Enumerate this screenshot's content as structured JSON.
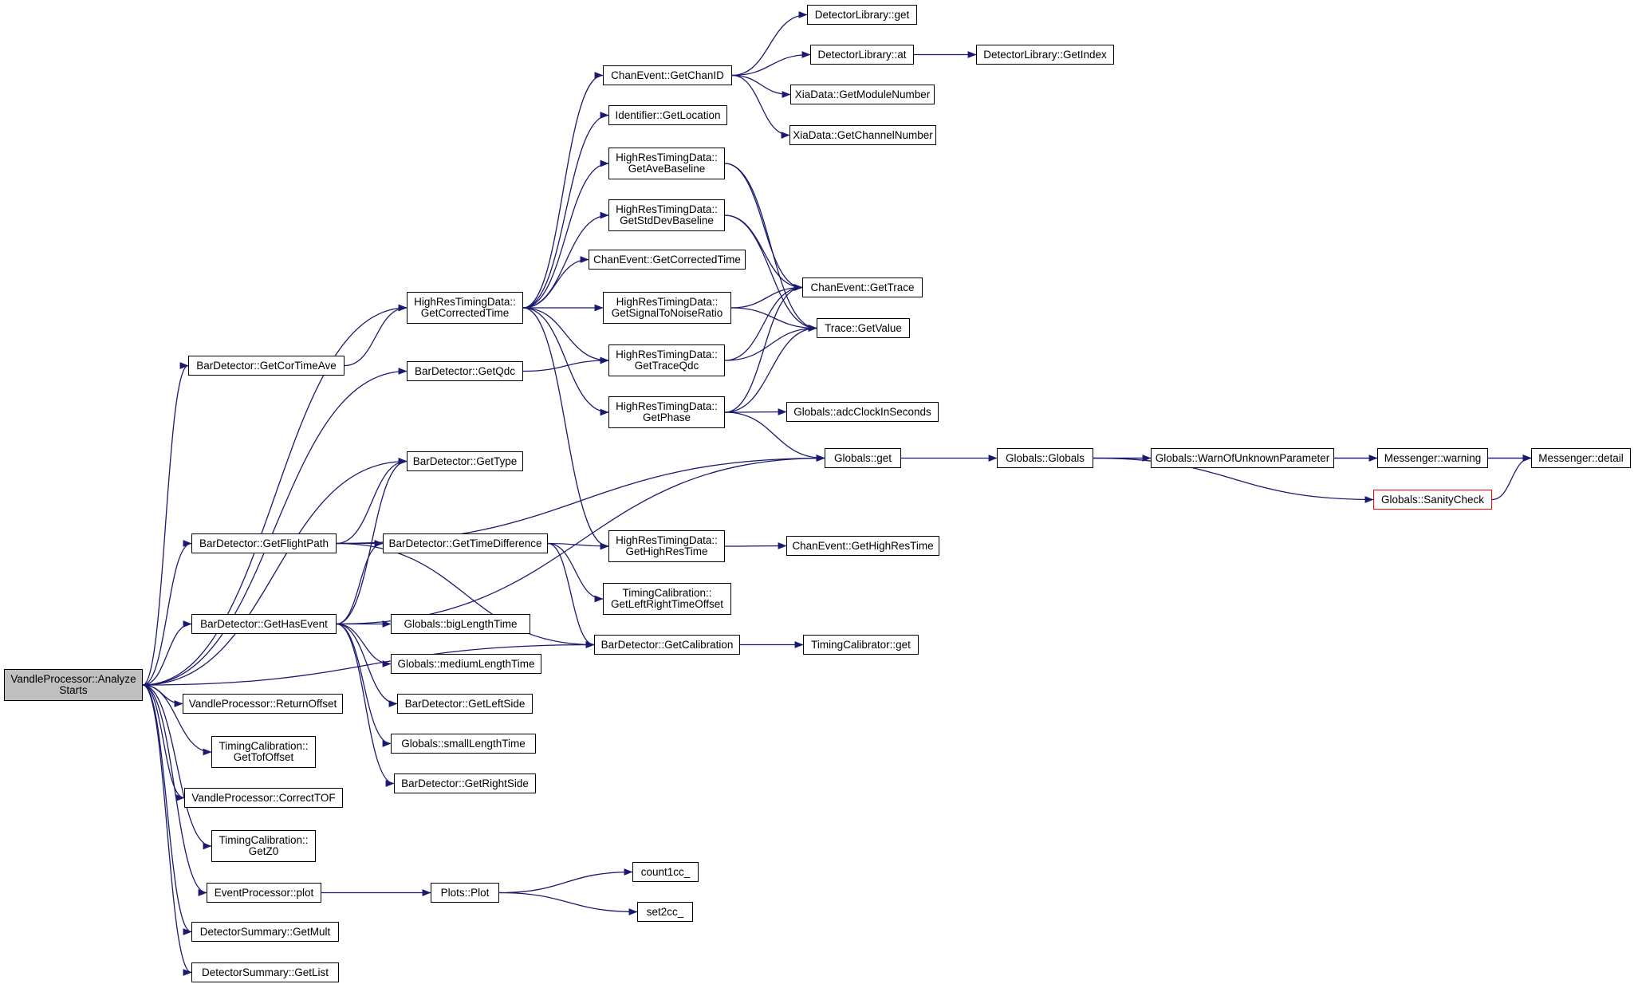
{
  "graph": {
    "edge_color": "#191970",
    "root_fill": "#bfbfbf",
    "node_border": "#000000",
    "truncated_border": "#ff0000",
    "nodes": {
      "root": {
        "lines": [
          "VandleProcessor::Analyze",
          "Starts"
        ]
      },
      "bd_getcortimeave": {
        "lines": [
          "BarDetector::GetCorTimeAve"
        ]
      },
      "hrt_getcorrectedtime": {
        "lines": [
          "HighResTimingData::",
          "GetCorrectedTime"
        ]
      },
      "bd_getqdc": {
        "lines": [
          "BarDetector::GetQdc"
        ]
      },
      "bd_gettype": {
        "lines": [
          "BarDetector::GetType"
        ]
      },
      "bd_getflightpath": {
        "lines": [
          "BarDetector::GetFlightPath"
        ]
      },
      "bd_gettimedifference": {
        "lines": [
          "BarDetector::GetTimeDifference"
        ]
      },
      "bd_gethasevent": {
        "lines": [
          "BarDetector::GetHasEvent"
        ]
      },
      "vp_returnoffset": {
        "lines": [
          "VandleProcessor::ReturnOffset"
        ]
      },
      "tc_gettofoffset": {
        "lines": [
          "TimingCalibration::",
          "GetTofOffset"
        ]
      },
      "vp_correcttof": {
        "lines": [
          "VandleProcessor::CorrectTOF"
        ]
      },
      "tc_getz0": {
        "lines": [
          "TimingCalibration::",
          "GetZ0"
        ]
      },
      "ep_plot": {
        "lines": [
          "EventProcessor::plot"
        ]
      },
      "ds_getmult": {
        "lines": [
          "DetectorSummary::GetMult"
        ]
      },
      "ds_getlist": {
        "lines": [
          "DetectorSummary::GetList"
        ]
      },
      "ce_getchanid": {
        "lines": [
          "ChanEvent::GetChanID"
        ]
      },
      "id_getlocation": {
        "lines": [
          "Identifier::GetLocation"
        ]
      },
      "hrt_getavebaseline": {
        "lines": [
          "HighResTimingData::",
          "GetAveBaseline"
        ]
      },
      "hrt_getstddevbaseline": {
        "lines": [
          "HighResTimingData::",
          "GetStdDevBaseline"
        ]
      },
      "ce_getcorrectedtime": {
        "lines": [
          "ChanEvent::GetCorrectedTime"
        ]
      },
      "hrt_getsignaltonoiseratio": {
        "lines": [
          "HighResTimingData::",
          "GetSignalToNoiseRatio"
        ]
      },
      "hrt_gettraceqdc": {
        "lines": [
          "HighResTimingData::",
          "GetTraceQdc"
        ]
      },
      "hrt_getphase": {
        "lines": [
          "HighResTimingData::",
          "GetPhase"
        ]
      },
      "hrt_gethighrestime": {
        "lines": [
          "HighResTimingData::",
          "GetHighResTime"
        ]
      },
      "tc_getleftrighttimeoffset": {
        "lines": [
          "TimingCalibration::",
          "GetLeftRightTimeOffset"
        ]
      },
      "bd_getcalibration": {
        "lines": [
          "BarDetector::GetCalibration"
        ]
      },
      "g_biglengthtime": {
        "lines": [
          "Globals::bigLengthTime"
        ]
      },
      "g_mediumlengthtime": {
        "lines": [
          "Globals::mediumLengthTime"
        ]
      },
      "bd_getleftside": {
        "lines": [
          "BarDetector::GetLeftSide"
        ]
      },
      "g_smalllengthtime": {
        "lines": [
          "Globals::smallLengthTime"
        ]
      },
      "bd_getrightside": {
        "lines": [
          "BarDetector::GetRightSide"
        ]
      },
      "plots_plot": {
        "lines": [
          "Plots::Plot"
        ]
      },
      "count1cc": {
        "lines": [
          "count1cc_"
        ]
      },
      "set2cc": {
        "lines": [
          "set2cc_"
        ]
      },
      "dl_get": {
        "lines": [
          "DetectorLibrary::get"
        ]
      },
      "dl_at": {
        "lines": [
          "DetectorLibrary::at"
        ]
      },
      "dl_getindex": {
        "lines": [
          "DetectorLibrary::GetIndex"
        ]
      },
      "xd_getmodulenumber": {
        "lines": [
          "XiaData::GetModuleNumber"
        ]
      },
      "xd_getchannelnumber": {
        "lines": [
          "XiaData::GetChannelNumber"
        ]
      },
      "ce_gettrace": {
        "lines": [
          "ChanEvent::GetTrace"
        ]
      },
      "trace_getvalue": {
        "lines": [
          "Trace::GetValue"
        ]
      },
      "g_adcclockinseconds": {
        "lines": [
          "Globals::adcClockInSeconds"
        ]
      },
      "g_get": {
        "lines": [
          "Globals::get"
        ]
      },
      "ce_gethighrestime": {
        "lines": [
          "ChanEvent::GetHighResTime"
        ]
      },
      "tcal_get": {
        "lines": [
          "TimingCalibrator::get"
        ]
      },
      "g_globals": {
        "lines": [
          "Globals::Globals"
        ]
      },
      "g_warnofunknownparameter": {
        "lines": [
          "Globals::WarnOfUnknownParameter"
        ]
      },
      "msg_warning": {
        "lines": [
          "Messenger::warning"
        ]
      },
      "msg_detail": {
        "lines": [
          "Messenger::detail"
        ]
      },
      "g_sanitycheck": {
        "lines": [
          "Globals::SanityCheck"
        ]
      }
    },
    "edges": [
      [
        "root",
        "bd_getcortimeave"
      ],
      [
        "root",
        "hrt_getcorrectedtime"
      ],
      [
        "root",
        "bd_getqdc"
      ],
      [
        "root",
        "bd_gettype"
      ],
      [
        "root",
        "bd_getflightpath"
      ],
      [
        "root",
        "bd_gethasevent"
      ],
      [
        "root",
        "bd_getcalibration"
      ],
      [
        "root",
        "vp_returnoffset"
      ],
      [
        "root",
        "tc_gettofoffset"
      ],
      [
        "root",
        "vp_correcttof"
      ],
      [
        "root",
        "tc_getz0"
      ],
      [
        "root",
        "ep_plot"
      ],
      [
        "root",
        "ds_getmult"
      ],
      [
        "root",
        "ds_getlist"
      ],
      [
        "bd_getcortimeave",
        "hrt_getcorrectedtime"
      ],
      [
        "hrt_getcorrectedtime",
        "ce_getchanid"
      ],
      [
        "hrt_getcorrectedtime",
        "id_getlocation"
      ],
      [
        "hrt_getcorrectedtime",
        "hrt_getavebaseline"
      ],
      [
        "hrt_getcorrectedtime",
        "hrt_getstddevbaseline"
      ],
      [
        "hrt_getcorrectedtime",
        "ce_getcorrectedtime"
      ],
      [
        "hrt_getcorrectedtime",
        "hrt_getsignaltonoiseratio"
      ],
      [
        "hrt_getcorrectedtime",
        "hrt_gettraceqdc"
      ],
      [
        "hrt_getcorrectedtime",
        "hrt_getphase"
      ],
      [
        "hrt_getcorrectedtime",
        "hrt_gethighrestime"
      ],
      [
        "bd_getqdc",
        "hrt_gettraceqdc"
      ],
      [
        "bd_getflightpath",
        "bd_gettype"
      ],
      [
        "bd_getflightpath",
        "g_get"
      ],
      [
        "bd_getflightpath",
        "bd_gettimedifference"
      ],
      [
        "bd_getflightpath",
        "bd_getcalibration"
      ],
      [
        "bd_gethasevent",
        "bd_gettype"
      ],
      [
        "bd_gethasevent",
        "g_get"
      ],
      [
        "bd_gethasevent",
        "bd_gettimedifference"
      ],
      [
        "bd_gethasevent",
        "g_biglengthtime"
      ],
      [
        "bd_gethasevent",
        "g_mediumlengthtime"
      ],
      [
        "bd_gethasevent",
        "bd_getleftside"
      ],
      [
        "bd_gethasevent",
        "g_smalllengthtime"
      ],
      [
        "bd_gethasevent",
        "bd_getrightside"
      ],
      [
        "bd_gettimedifference",
        "hrt_gethighrestime"
      ],
      [
        "bd_gettimedifference",
        "tc_getleftrighttimeoffset"
      ],
      [
        "bd_gettimedifference",
        "bd_getcalibration"
      ],
      [
        "ep_plot",
        "plots_plot"
      ],
      [
        "plots_plot",
        "count1cc"
      ],
      [
        "plots_plot",
        "set2cc"
      ],
      [
        "ce_getchanid",
        "dl_get"
      ],
      [
        "ce_getchanid",
        "dl_at"
      ],
      [
        "ce_getchanid",
        "xd_getmodulenumber"
      ],
      [
        "ce_getchanid",
        "xd_getchannelnumber"
      ],
      [
        "dl_at",
        "dl_getindex"
      ],
      [
        "hrt_getavebaseline",
        "ce_gettrace"
      ],
      [
        "hrt_getavebaseline",
        "trace_getvalue"
      ],
      [
        "hrt_getstddevbaseline",
        "ce_gettrace"
      ],
      [
        "hrt_getstddevbaseline",
        "trace_getvalue"
      ],
      [
        "hrt_getsignaltonoiseratio",
        "ce_gettrace"
      ],
      [
        "hrt_getsignaltonoiseratio",
        "trace_getvalue"
      ],
      [
        "hrt_gettraceqdc",
        "ce_gettrace"
      ],
      [
        "hrt_gettraceqdc",
        "trace_getvalue"
      ],
      [
        "hrt_getphase",
        "ce_gettrace"
      ],
      [
        "hrt_getphase",
        "trace_getvalue"
      ],
      [
        "hrt_getphase",
        "g_adcclockinseconds"
      ],
      [
        "hrt_getphase",
        "g_get"
      ],
      [
        "hrt_gethighrestime",
        "ce_gethighrestime"
      ],
      [
        "bd_getcalibration",
        "tcal_get"
      ],
      [
        "g_get",
        "g_globals"
      ],
      [
        "g_globals",
        "g_warnofunknownparameter"
      ],
      [
        "g_globals",
        "msg_detail"
      ],
      [
        "g_globals",
        "g_sanitycheck"
      ],
      [
        "g_warnofunknownparameter",
        "msg_warning"
      ],
      [
        "msg_warning",
        "msg_detail"
      ],
      [
        "g_sanitycheck",
        "msg_detail"
      ]
    ]
  }
}
